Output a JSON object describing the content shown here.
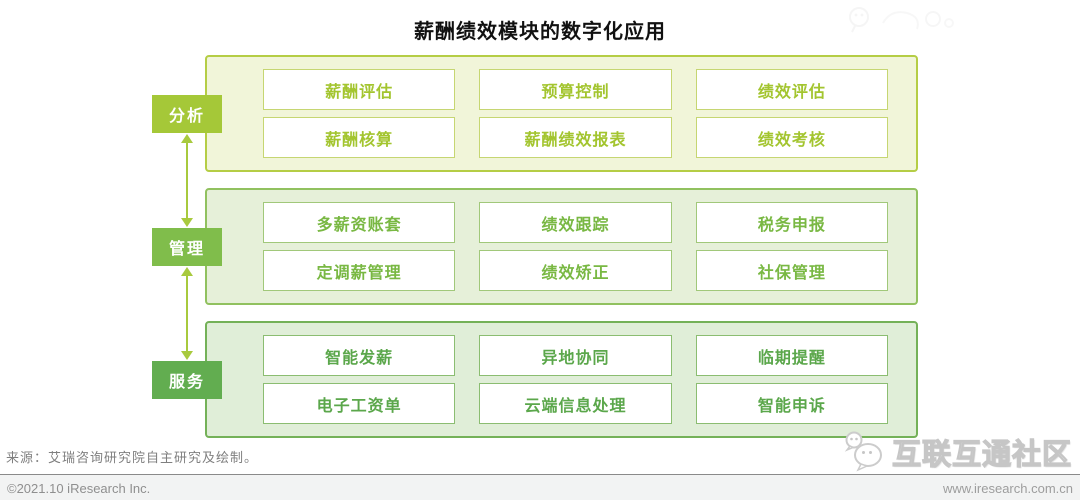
{
  "title": "薪酬绩效模块的数字化应用",
  "arrow_color": "#a8ca3e",
  "bands": [
    {
      "label": "分析",
      "label_bg": "#a5c838",
      "panel_bg": "#f1f5d9",
      "panel_border": "#b5cd45",
      "item_text_color": "#a3c52f",
      "item_border": "#c6d672",
      "rows": [
        [
          "薪酬评估",
          "预算控制",
          "绩效评估"
        ],
        [
          "薪酬核算",
          "薪酬绩效报表",
          "绩效考核"
        ]
      ]
    },
    {
      "label": "管理",
      "label_bg": "#80bd4b",
      "panel_bg": "#e6f0d9",
      "panel_border": "#91c15f",
      "item_text_color": "#79b843",
      "item_border": "#a1c87a",
      "rows": [
        [
          "多薪资账套",
          "绩效跟踪",
          "税务申报"
        ],
        [
          "定调薪管理",
          "绩效矫正",
          "社保管理"
        ]
      ]
    },
    {
      "label": "服务",
      "label_bg": "#62ad50",
      "panel_bg": "#e0eed8",
      "panel_border": "#74b158",
      "item_text_color": "#5ba74b",
      "item_border": "#8bbd71",
      "rows": [
        [
          "智能发薪",
          "异地协同",
          "临期提醒"
        ],
        [
          "电子工资单",
          "云端信息处理",
          "智能申诉"
        ]
      ]
    }
  ],
  "source": "来源：艾瑞咨询研究院自主研究及绘制。",
  "footer": {
    "left": "©2021.10 iResearch Inc.",
    "right": "www.iresearch.com.cn"
  },
  "watermark": {
    "text": "互联互通社区",
    "icon": "wechat-bubbles-icon"
  }
}
